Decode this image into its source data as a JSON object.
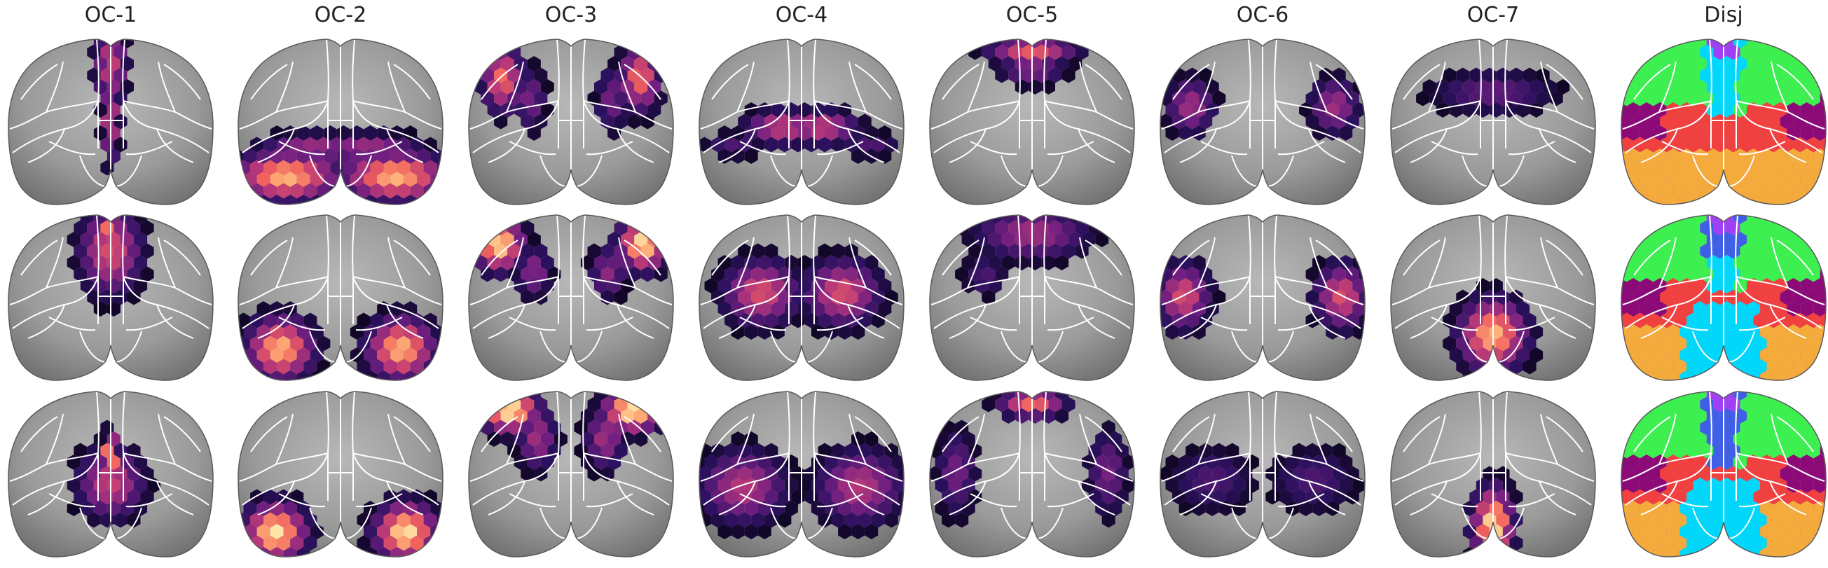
{
  "figure": {
    "columns": [
      {
        "title": "OC-1",
        "kind": "single"
      },
      {
        "title": "OC-2",
        "kind": "single"
      },
      {
        "title": "OC-3",
        "kind": "single"
      },
      {
        "title": "OC-4",
        "kind": "single"
      },
      {
        "title": "OC-5",
        "kind": "single"
      },
      {
        "title": "OC-6",
        "kind": "single"
      },
      {
        "title": "OC-7",
        "kind": "single"
      },
      {
        "title": "Disj",
        "kind": "disjoint"
      }
    ],
    "rows": 3,
    "colormap": {
      "name": "magma",
      "stops": [
        "#000004",
        "#2c115f",
        "#721f81",
        "#b73779",
        "#f1605d",
        "#feb078",
        "#fcfdbf"
      ]
    },
    "background_color": "#9a9a9a",
    "boundary_color": "#ffffff",
    "disjoint_palette": [
      "#3cf04f",
      "#a040f5",
      "#00d7fa",
      "#f04040",
      "#8c0a78",
      "#f5aa3c",
      "#3f5fe6",
      "#808080"
    ]
  }
}
